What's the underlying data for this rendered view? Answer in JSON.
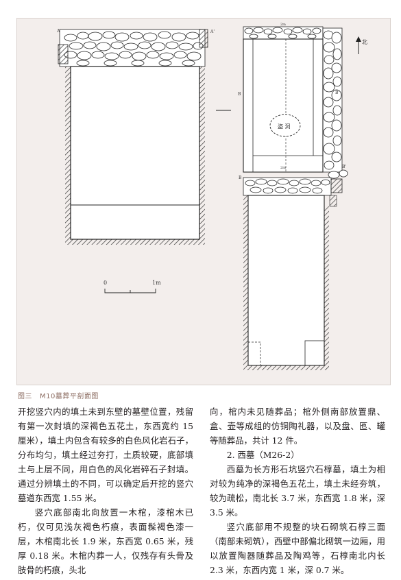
{
  "figure": {
    "caption_label": "图三",
    "caption_text": "M10墓葬平剖面图",
    "left_plan_labels": {
      "a": "A",
      "a_prime": "A'"
    },
    "scale_bar": {
      "zero": "0",
      "max": "1m"
    },
    "right_plan_labels": {
      "top": "2m",
      "b": "B",
      "b_prime": "B'",
      "robbery_hole": "盗  洞",
      "north": "北",
      "b_lower": "B",
      "b_prime_lower": "B'",
      "middle_mark": "2m"
    }
  },
  "text": {
    "left_column": [
      {
        "text": "开挖竖穴内的填土未到东壁的墓壁位置，残留有第一次封填的深褐色五花土，东西宽约 15 厘米），填土内包含有较多的白色风化岩石子，分布均匀，填土经过夯打，土质较硬，底部填土与上层不同，用白色的风化岩碎石子封填。通过分辨填土的不同，可以确定后开挖的竖穴墓道东西宽 1.55 米。",
        "indent": false
      },
      {
        "text": "竖穴底部南北向放置一木棺，漆棺木已朽，仅可见浅灰褐色朽痕，表面髹褐色漆一层，木棺南北长 1.9 米，东西宽 0.65 米，残厚 0.18 米。木棺内葬一人，仅残存有头骨及肢骨的朽痕，头北",
        "indent": true
      }
    ],
    "right_column": [
      {
        "text": "向，棺内未见随葬品；棺外侧南部放置鼎、盒、壶等成组的仿铜陶礼器，以及盘、匜、罐等随葬品，共计 12 件。",
        "indent": false
      },
      {
        "text": "2. 西墓（M26-2）",
        "indent": true
      },
      {
        "text": "西墓为长方形石坑竖穴石椁墓，填土为相对较为纯净的深褐色五花土，填土未经夯筑，较为疏松，南北长 3.7 米，东西宽 1.8 米，深 3.5 米。",
        "indent": true
      },
      {
        "text": "竖穴底部用不规整的块石砌筑石椁三面（南部未砌筑），西壁中部偏北砌筑一边厢，用以放置陶器随葬品及陶鸡等，石椁南北内长 2.3 米，东西内宽 1 米，深 0.7 米。",
        "indent": true
      }
    ]
  }
}
